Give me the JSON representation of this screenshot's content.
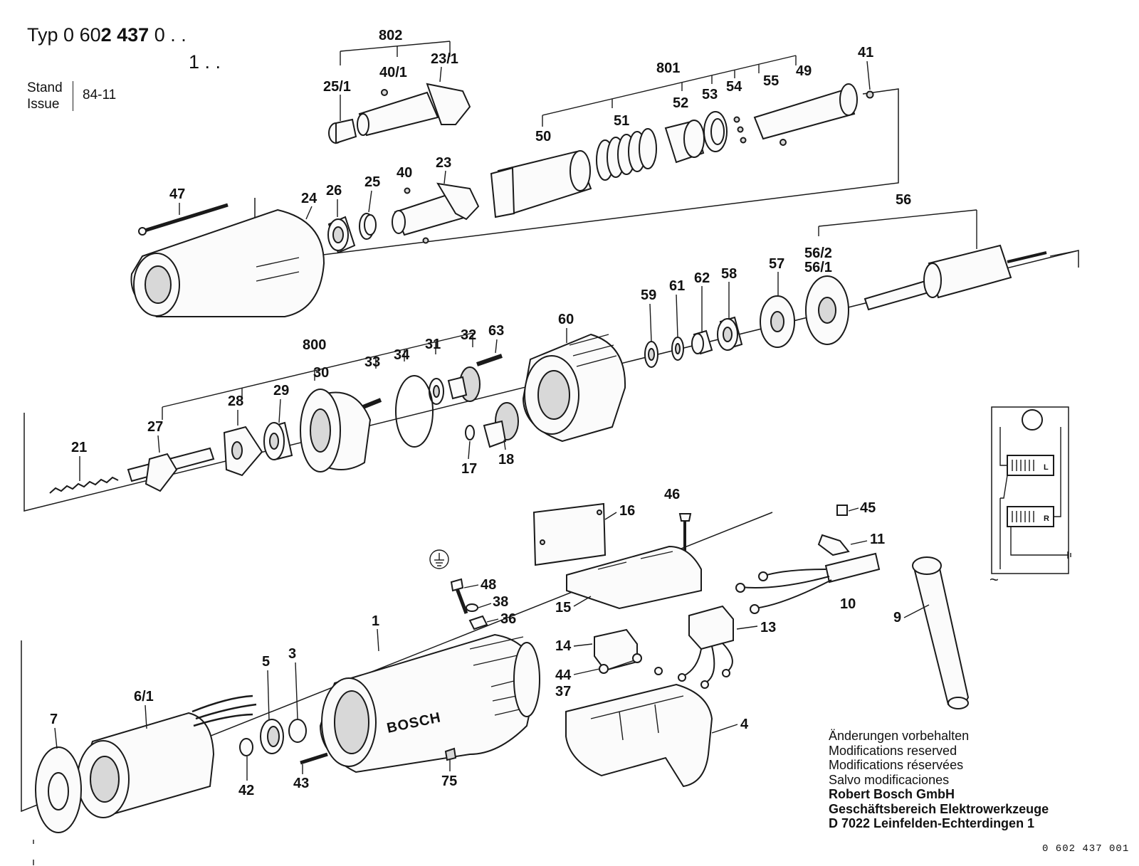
{
  "header": {
    "typ_label": "Typ",
    "model_prefix": "0 60",
    "model_bold": "2 437",
    "model_suffix": "0 . .",
    "model_variant": "1 . .",
    "stand_label": "Stand",
    "issue_label": "Issue",
    "issue_date": "84-11"
  },
  "parts": {
    "p802": "802",
    "p25_1": "25/1",
    "p40_1": "40/1",
    "p23_1": "23/1",
    "p801": "801",
    "p41": "41",
    "p49": "49",
    "p54": "54",
    "p55": "55",
    "p53": "53",
    "p52": "52",
    "p51": "51",
    "p50": "50",
    "p47": "47",
    "p24": "24",
    "p26": "26",
    "p25": "25",
    "p40": "40",
    "p23": "23",
    "p56": "56",
    "p56_2": "56/2",
    "p56_1": "56/1",
    "p57": "57",
    "p58": "58",
    "p62": "62",
    "p61": "61",
    "p59": "59",
    "p60": "60",
    "p800": "800",
    "p63": "63",
    "p32": "32",
    "p31": "31",
    "p34": "34",
    "p33": "33",
    "p30": "30",
    "p29": "29",
    "p28": "28",
    "p27": "27",
    "p21": "21",
    "p17": "17",
    "p18": "18",
    "p16": "16",
    "p46": "46",
    "p45": "45",
    "p11": "11",
    "p48": "48",
    "p38": "38",
    "p36": "36",
    "p15": "15",
    "p10": "10",
    "p9": "9",
    "p13": "13",
    "p14": "14",
    "p44": "44",
    "p37": "37",
    "p1": "1",
    "p5": "5",
    "p3": "3",
    "p6_1": "6/1",
    "p7": "7",
    "p42": "42",
    "p43": "43",
    "p75": "75",
    "p4": "4"
  },
  "brand_text": "BOSCH",
  "circuit_labels": {
    "switch_L": "L",
    "switch_R": "R",
    "ac_symbol": "~"
  },
  "footer": {
    "line1": "Änderungen vorbehalten",
    "line2": "Modifications reserved",
    "line3": "Modifications réservées",
    "line4": "Salvo modificaciones",
    "company": "Robert Bosch GmbH",
    "division": "Geschäftsbereich Elektrowerkzeuge",
    "address": "D 7022 Leinfelden-Echterdingen 1",
    "doc_number": "0 602 437 001"
  }
}
